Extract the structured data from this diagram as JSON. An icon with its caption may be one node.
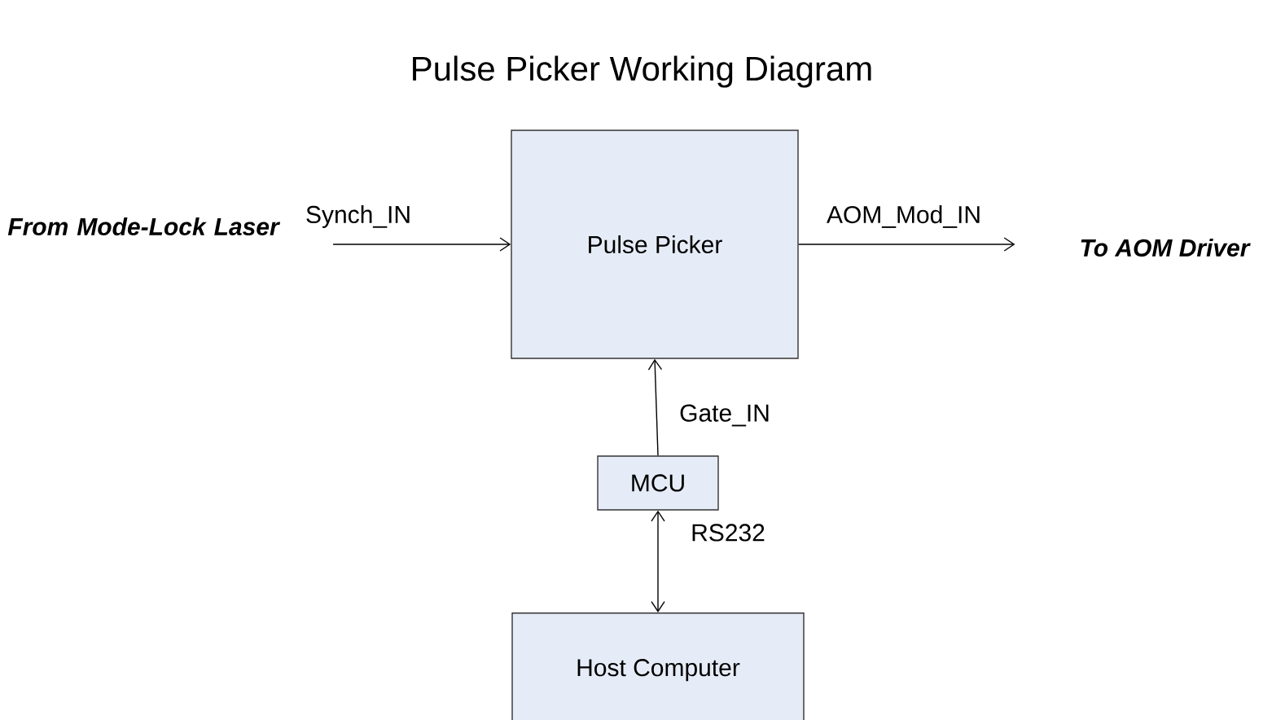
{
  "diagram": {
    "title": "Pulse Picker Working Diagram",
    "nodes": [
      {
        "text": [
          "Pulse Picker"
        ]
      },
      {
        "text": [
          "MCU"
        ]
      },
      {
        "text": [
          "Host Computer"
        ]
      },
      {
        "text": [
          "From Mode-Lock Laser"
        ]
      },
      {
        "text": [
          "To AOM Driver"
        ]
      }
    ],
    "edges": [
      {
        "from": 3,
        "to": 0,
        "arrow": "to",
        "label": "Synch_IN"
      },
      {
        "from": 0,
        "to": 4,
        "arrow": "to",
        "label": "AOM_Mod_IN"
      },
      {
        "from": 1,
        "to": 0,
        "arrow": "to",
        "label": "Gate_IN"
      },
      {
        "from": 1,
        "to": 2,
        "arrow": "both",
        "label": "RS232"
      }
    ]
  }
}
